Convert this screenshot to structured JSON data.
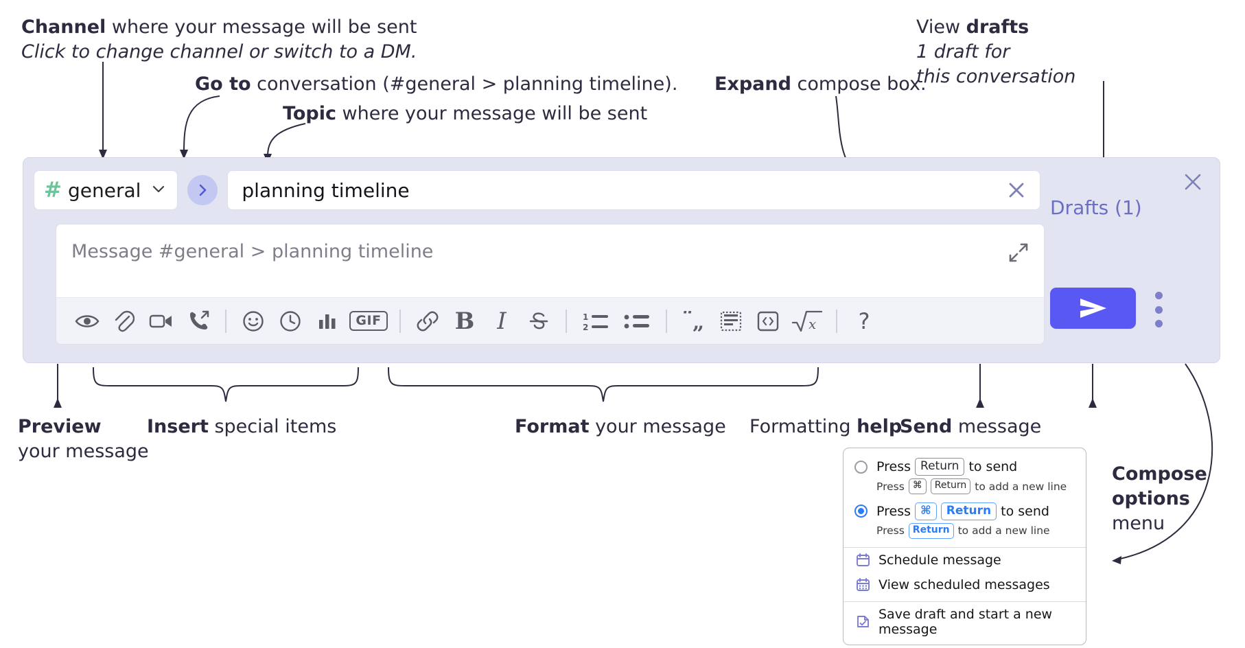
{
  "annotations": {
    "channel": {
      "bold": "Channel",
      "rest": " where your message will be sent",
      "italic": "Click to change channel or switch to a DM."
    },
    "goto": {
      "bold": "Go to",
      "rest": " conversation (#general > planning timeline)."
    },
    "topic": {
      "bold": "Topic",
      "rest": " where your message will be sent"
    },
    "expand": {
      "bold": "Expand",
      "rest": " compose box."
    },
    "drafts": {
      "plain": "View ",
      "bold": "drafts",
      "italic_line1": "1 draft for",
      "italic_line2": "this conversation"
    },
    "preview": {
      "bold": "Preview",
      "line2": "your message"
    },
    "insert": {
      "bold": "Insert",
      "rest": " special items"
    },
    "format": {
      "bold": "Format",
      "rest": " your message"
    },
    "help": {
      "plain": "Formatting ",
      "bold": "help"
    },
    "send": {
      "bold": "Send",
      "rest": " message"
    },
    "compose_options": {
      "bold_line1": "Compose",
      "bold_line2": "options",
      "line3": "menu"
    }
  },
  "compose": {
    "channel_name": "general",
    "channel_hash": "#",
    "topic_value": "planning timeline",
    "message_placeholder": "Message #general > planning timeline",
    "drafts_label": "Drafts (1)",
    "close_icon": "close-icon",
    "goto_icon": "chevron-right-icon",
    "chevron_icon": "chevron-down-icon",
    "clear_icon": "close-icon",
    "expand_icon": "expand-icon",
    "send_icon": "paper-plane-icon",
    "kebab_icon": "more-vertical-icon",
    "accent_send": "#5a58f2",
    "panel_bg": "#e2e4f2",
    "drafts_color": "#6b6ec6",
    "hash_color": "#6ec49a"
  },
  "toolbar": {
    "groups": [
      {
        "name": "preview",
        "buttons": [
          {
            "name": "preview-icon",
            "label": "Preview"
          }
        ]
      },
      {
        "name": "insert",
        "buttons": [
          {
            "name": "attachment-icon",
            "label": "Attach file"
          },
          {
            "name": "video-icon",
            "label": "Record video clip"
          },
          {
            "name": "audio-call-icon",
            "label": "Record audio clip"
          }
        ]
      },
      {
        "name": "insert2",
        "buttons": [
          {
            "name": "emoji-icon",
            "label": "Emoji"
          },
          {
            "name": "clock-icon",
            "label": "Schedule"
          },
          {
            "name": "poll-icon",
            "label": "Poll"
          },
          {
            "name": "gif-icon",
            "label": "GIF"
          }
        ]
      },
      {
        "name": "format-inline",
        "buttons": [
          {
            "name": "link-icon",
            "label": "Link"
          },
          {
            "name": "bold-icon",
            "label": "B"
          },
          {
            "name": "italic-icon",
            "label": "I"
          },
          {
            "name": "strikethrough-icon",
            "label": "S"
          }
        ]
      },
      {
        "name": "format-lists",
        "buttons": [
          {
            "name": "ordered-list-icon",
            "label": "Ordered list"
          },
          {
            "name": "bulleted-list-icon",
            "label": "Bulleted list"
          }
        ]
      },
      {
        "name": "format-blocks",
        "buttons": [
          {
            "name": "blockquote-icon",
            "label": "Blockquote"
          },
          {
            "name": "code-block-icon",
            "label": "Code block"
          },
          {
            "name": "inline-code-icon",
            "label": "Code"
          },
          {
            "name": "math-icon",
            "label": "Math"
          }
        ]
      },
      {
        "name": "help",
        "buttons": [
          {
            "name": "help-icon",
            "label": "?"
          }
        ]
      }
    ],
    "gif_label": "GIF",
    "bold_label": "B",
    "italic_label": "I",
    "help_label": "?"
  },
  "menu": {
    "options": [
      {
        "selected": false,
        "title_pre": "Press",
        "title_key": "Return",
        "title_post": "to send",
        "sub_pre": "Press",
        "sub_key1": "⌘",
        "sub_key2": "Return",
        "sub_post": "to add a new line"
      },
      {
        "selected": true,
        "title_pre": "Press",
        "title_key1": "⌘",
        "title_key2": "Return",
        "title_post": "to send",
        "sub_pre": "Press",
        "sub_key": "Return",
        "sub_post": "to add a new line"
      }
    ],
    "items": [
      {
        "icon": "calendar-icon",
        "label": "Schedule message"
      },
      {
        "icon": "calendar-grid-icon",
        "label": "View scheduled messages"
      },
      {
        "icon": "save-draft-icon",
        "label": "Save draft and start a new message"
      }
    ]
  }
}
